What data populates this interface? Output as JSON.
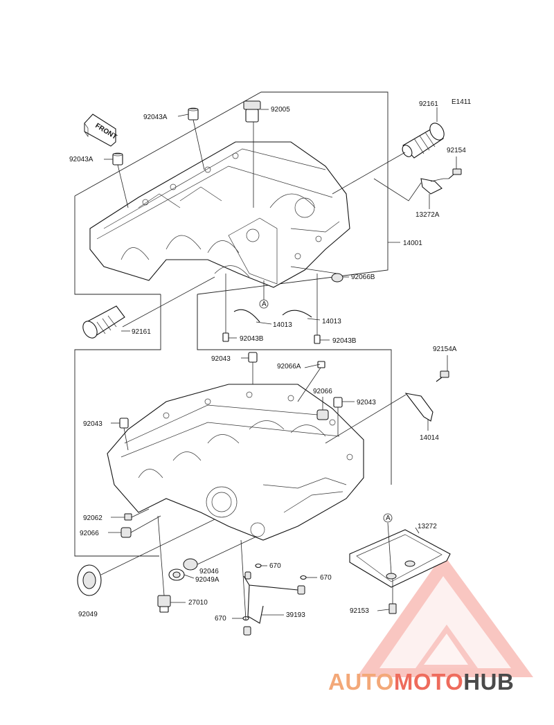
{
  "diagram_code": "E1411",
  "front_label": "FRONT",
  "callout_a": "A",
  "watermark": {
    "part1": "AUTO",
    "part2": "MOTO",
    "part3": "HUB",
    "color1": "#f3a878",
    "color2": "#ee6b5c",
    "color3": "#4a4a4a"
  },
  "labels": {
    "p92005": "92005",
    "p92043A_top": "92043A",
    "p92043A_left": "92043A",
    "p92161_top": "92161",
    "p92154": "92154",
    "p13272A": "13272A",
    "p14001": "14001",
    "p92066B": "92066B",
    "p14013_left": "14013",
    "p14013_right": "14013",
    "p92043B_left": "92043B",
    "p92043B_right": "92043B",
    "p92161_bottom": "92161",
    "p92154A": "92154A",
    "p92043_top": "92043",
    "p92066A": "92066A",
    "p92066_right": "92066",
    "p92043_right": "92043",
    "p14014": "14014",
    "p92043_left": "92043",
    "p92062": "92062",
    "p92066_left": "92066",
    "p13272": "13272",
    "p92046": "92046",
    "p92049A": "92049A",
    "p670_top": "670",
    "p670_right": "670",
    "p670_bottom": "670",
    "p27010": "27010",
    "p39193": "39193",
    "p92049": "92049",
    "p92153": "92153"
  }
}
